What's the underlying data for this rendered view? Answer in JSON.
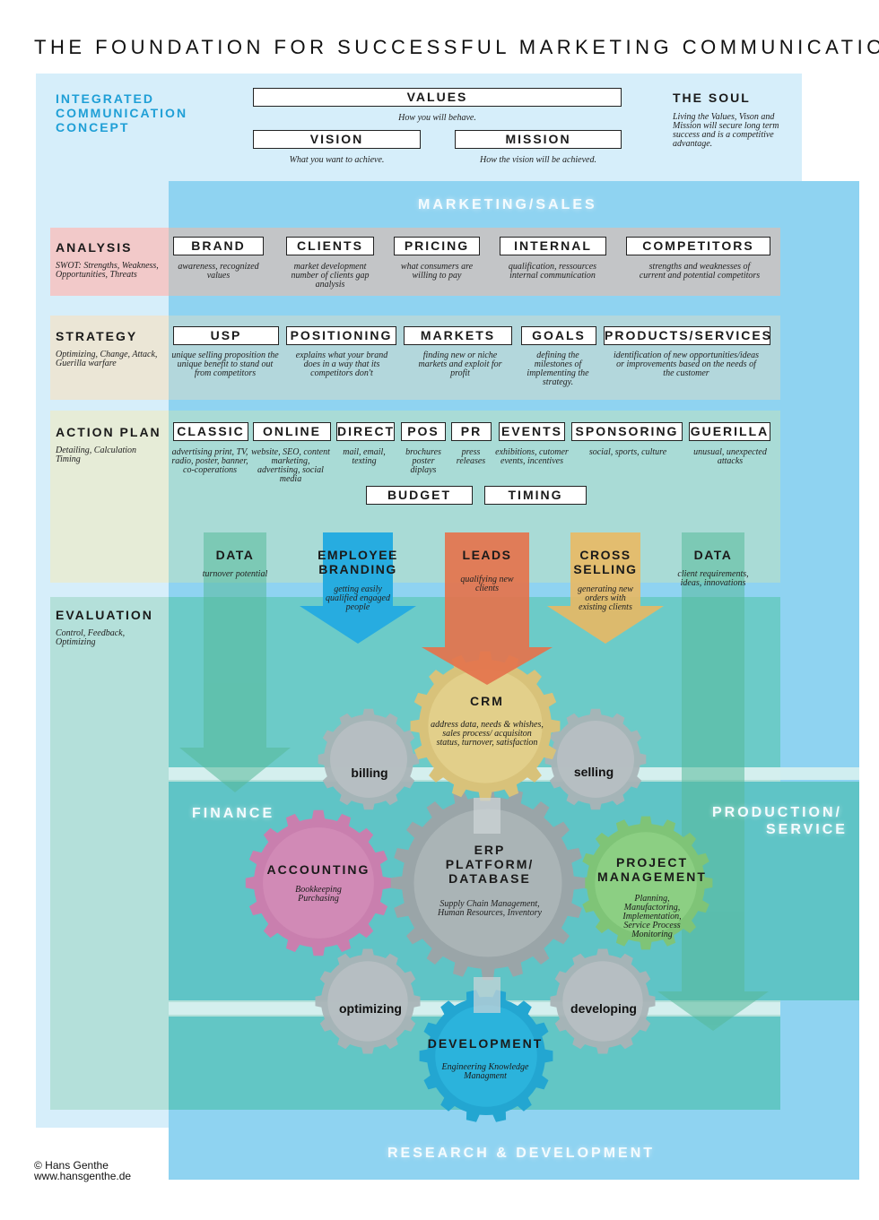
{
  "title": "THE FOUNDATION FOR SUCCESSFUL MARKETING COMMUNICATION",
  "concept": {
    "label": "INTEGRATED COMMUNICATION CONCEPT",
    "values_title": "VALUES",
    "values_caption": "How you will behave.",
    "vision_title": "VISION",
    "vision_caption": "What you want to achieve.",
    "mission_title": "MISSION",
    "mission_caption": "How the vision will be achieved.",
    "soul_title": "THE SOUL",
    "soul_text": "Living the Values, Vison and Mission will secure long term success and is a competitive advantage."
  },
  "marketing_sales": "MARKETING/SALES",
  "sections": {
    "analysis": {
      "label": "ANALYSIS",
      "color": "#c0282e",
      "sub": "SWOT: Strengths, Weakness, Opportunities, Threats"
    },
    "strategy": {
      "label": "STRATEGY",
      "color": "#dc6a2a",
      "sub": "Optimizing, Change, Attack, Guerilla warfare"
    },
    "action": {
      "label": "ACTION PLAN",
      "color": "#e8a630",
      "sub": "Detailing, Calculation Timing"
    },
    "evaluation": {
      "label": "EVALUATION",
      "color": "#1f8a4a",
      "sub": "Control, Feedback, Optimizing"
    }
  },
  "analysis_items": [
    {
      "label": "BRAND",
      "desc": "awareness, recognized values"
    },
    {
      "label": "CLIENTS",
      "desc": "market development number of clients gap analysis"
    },
    {
      "label": "PRICING",
      "desc": "what consumers are willing to pay"
    },
    {
      "label": "INTERNAL",
      "desc": "qualification, ressources internal communication"
    },
    {
      "label": "COMPETITORS",
      "desc": "strengths and weaknesses of current and potential competitors"
    }
  ],
  "strategy_items": [
    {
      "label": "USP",
      "desc": "unique selling proposition the unique benefit to stand out from competitors"
    },
    {
      "label": "POSITIONING",
      "desc": "explains what your brand does in a way that its competitors don't"
    },
    {
      "label": "MARKETS",
      "desc": "finding new or niche markets and exploit for profit"
    },
    {
      "label": "GOALS",
      "desc": "defining the milestones of implementing the strategy."
    },
    {
      "label": "PRODUCTS/SERVICES",
      "desc": "identification of new opportunities/ideas or improvements based on the needs of the customer"
    }
  ],
  "action_items": [
    {
      "label": "CLASSIC",
      "desc": "advertising print, TV, radio, poster, banner, co-coperations"
    },
    {
      "label": "ONLINE",
      "desc": "website, SEO, content marketing, advertising, social media"
    },
    {
      "label": "DIRECT",
      "desc": "mail, email, texting"
    },
    {
      "label": "POS",
      "desc": "brochures poster diplays"
    },
    {
      "label": "PR",
      "desc": "press releases"
    },
    {
      "label": "EVENTS",
      "desc": "exhibitions, cutomer events, incentives"
    },
    {
      "label": "SPONSORING",
      "desc": "social, sports, culture"
    },
    {
      "label": "GUERILLA",
      "desc": "unusual, unexpected attacks"
    }
  ],
  "budget": "BUDGET",
  "timing": "TIMING",
  "flows": {
    "data_left": {
      "label": "DATA",
      "desc": "turnover potential"
    },
    "employee": {
      "label": "EMPLOYEE BRANDING",
      "desc": "getting easily qualified engaged people"
    },
    "leads": {
      "label": "LEADS",
      "desc": "qualifying new clients"
    },
    "cross": {
      "label": "CROSS SELLING",
      "desc": "generating new orders with existing clients"
    },
    "data_right": {
      "label": "DATA",
      "desc": "client requirements, ideas, innovations"
    }
  },
  "areas": {
    "finance": "FINANCE",
    "production_1": "PRODUCTION/",
    "production_2": "SERVICE",
    "rnd": "RESEARCH & DEVELOPMENT"
  },
  "gears": {
    "crm": {
      "title": "CRM",
      "desc": "address data, needs & whishes, sales process/ acquisiton status, turnover, satisfaction"
    },
    "billing": "billing",
    "selling": "selling",
    "accounting": {
      "title": "ACCOUNTING",
      "desc": "Bookkeeping Purchasing"
    },
    "erp": {
      "title": "ERP PLATFORM/ DATABASE",
      "desc": "Supply Chain Management, Human Resources, Inventory"
    },
    "project": {
      "title": "PROJECT MANAGEMENT",
      "desc": "Planning, Manufactoring, Implementation, Service Process Monitoring"
    },
    "optimizing": "optimizing",
    "developing": "developing",
    "development": {
      "title": "DEVELOPMENT",
      "desc": "Engineering Knowledge Managment"
    }
  },
  "colors": {
    "concept_blue": "#1f9fd6",
    "crm_fill": "#e2cf8a",
    "accounting_fill": "#d18ab6",
    "project_fill": "#8ccf83",
    "development_fill": "#2bb3dc",
    "grey_gear": "#a9b3b6",
    "leads_arrow": "#e5744d",
    "employee_arrow": "#27ace0",
    "cross_arrow": "#e9b964",
    "data_arrow": "#57b99a"
  },
  "copyright": {
    "line1": "© Hans Genthe",
    "line2": "www.hansgenthe.de"
  }
}
